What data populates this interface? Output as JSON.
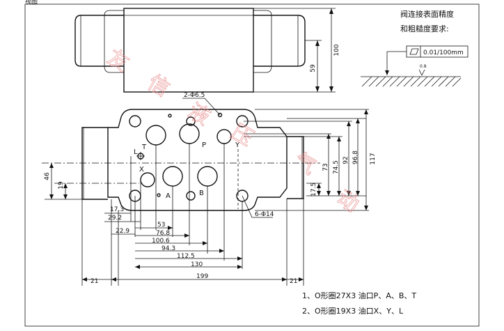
{
  "title_top_fragment": "视图",
  "spec": {
    "line1": "阀连接表面精度",
    "line2": "和粗糙度要求:",
    "tolerance": "0.01/100mm",
    "roughness": "0.8"
  },
  "ports": {
    "T": "T",
    "P": "P",
    "A": "A",
    "B": "B",
    "X": "X",
    "Y": "Y",
    "L": "L"
  },
  "holes": {
    "top": "2-Φ6.5",
    "bolt": "6-Φ14"
  },
  "dims_right_top": [
    "100",
    "59"
  ],
  "dims_right_front": [
    "17.5",
    "73",
    "74.5",
    "92",
    "96.8",
    "117"
  ],
  "dims_left": [
    "46",
    "19"
  ],
  "dims_bottom": [
    "17.3",
    "29.2",
    "22.9",
    "53",
    "76.8",
    "100.6",
    "94.3",
    "112.5",
    "130",
    "199",
    "21",
    "21"
  ],
  "notes": [
    "1、O形圈27X3 油口P、A、B、T",
    "2、O形圈19X3 油口X、Y、L"
  ],
  "watermark": [
    "友",
    "信",
    "液",
    "压",
    "气",
    "动"
  ]
}
